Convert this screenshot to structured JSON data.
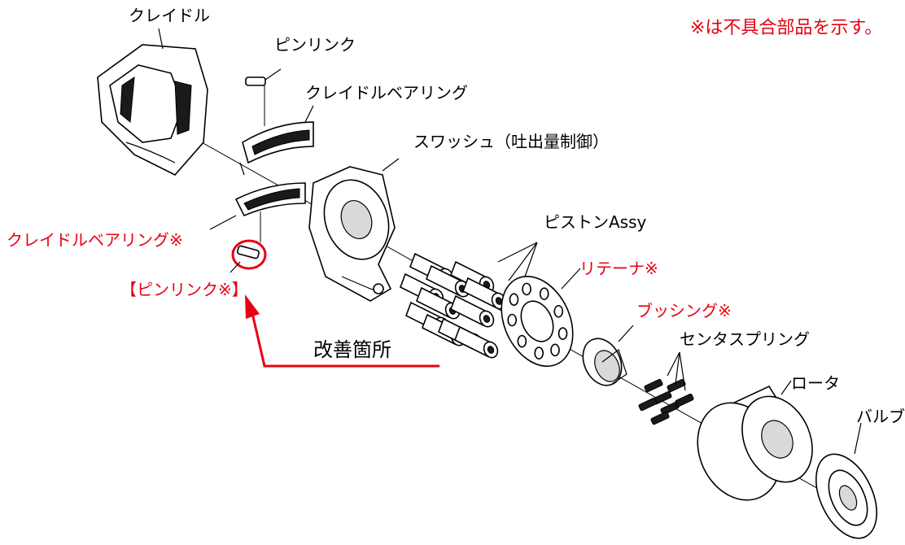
{
  "labels": {
    "cradle": "クレイドル",
    "pin_link": "ピンリンク",
    "cradle_bearing": "クレイドルベアリング",
    "swash": "スワッシュ（吐出量制御）",
    "piston_assy": "ピストンAssy",
    "retainer": "リテーナ※",
    "bushing": "ブッシング※",
    "center_spring": "センタスプリング",
    "rotor": "ロータ",
    "valve": "バルブ",
    "cradle_bearing_defect": "クレイドルベアリング※",
    "pin_link_defect": "【ピンリンク※】",
    "improvement_point": "改善箇所"
  },
  "note": "※は不具合部品を示す。",
  "colors": {
    "highlight": "#e60012",
    "ink": "#000000",
    "background": "#ffffff"
  }
}
